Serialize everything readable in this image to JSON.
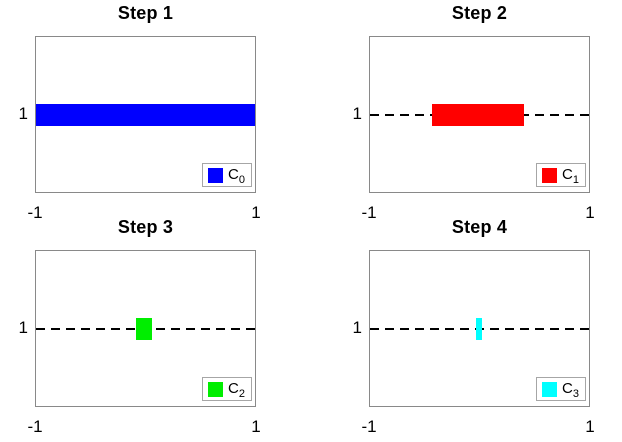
{
  "figure": {
    "background": "#ffffff",
    "layout": "2x2 subplots, MATLAB-style figure"
  },
  "chart_data": {
    "type": "bar",
    "subtype": "horizontal-interval-bars",
    "layout": {
      "rows": 2,
      "cols": 2,
      "grid": false,
      "legend_position": "bottom-right inside axes"
    },
    "subplots": [
      {
        "title": "Step 1",
        "xlim": [
          -1,
          1
        ],
        "xticks": [
          "-1",
          "1"
        ],
        "ytick": "1",
        "dashed_line_y": 1,
        "interval": [
          -1.0,
          1.0
        ],
        "color": "#0000ff",
        "legend": {
          "text": "C",
          "sub": "0"
        }
      },
      {
        "title": "Step 2",
        "xlim": [
          -1,
          1
        ],
        "xticks": [
          "-1",
          "1"
        ],
        "ytick": "1",
        "dashed_line_y": 1,
        "interval": [
          -0.43,
          0.41
        ],
        "color": "#ff0000",
        "legend": {
          "text": "C",
          "sub": "1"
        }
      },
      {
        "title": "Step 3",
        "xlim": [
          -1,
          1
        ],
        "xticks": [
          "-1",
          "1"
        ],
        "ytick": "1",
        "dashed_line_y": 1,
        "interval": [
          -0.09,
          0.06
        ],
        "color": "#00ee00",
        "legend": {
          "text": "C",
          "sub": "2"
        }
      },
      {
        "title": "Step 4",
        "xlim": [
          -1,
          1
        ],
        "xticks": [
          "-1",
          "1"
        ],
        "ytick": "1",
        "dashed_line_y": 1,
        "interval": [
          -0.03,
          0.02
        ],
        "color": "#00ffff",
        "legend": {
          "text": "C",
          "sub": "3"
        }
      }
    ]
  }
}
